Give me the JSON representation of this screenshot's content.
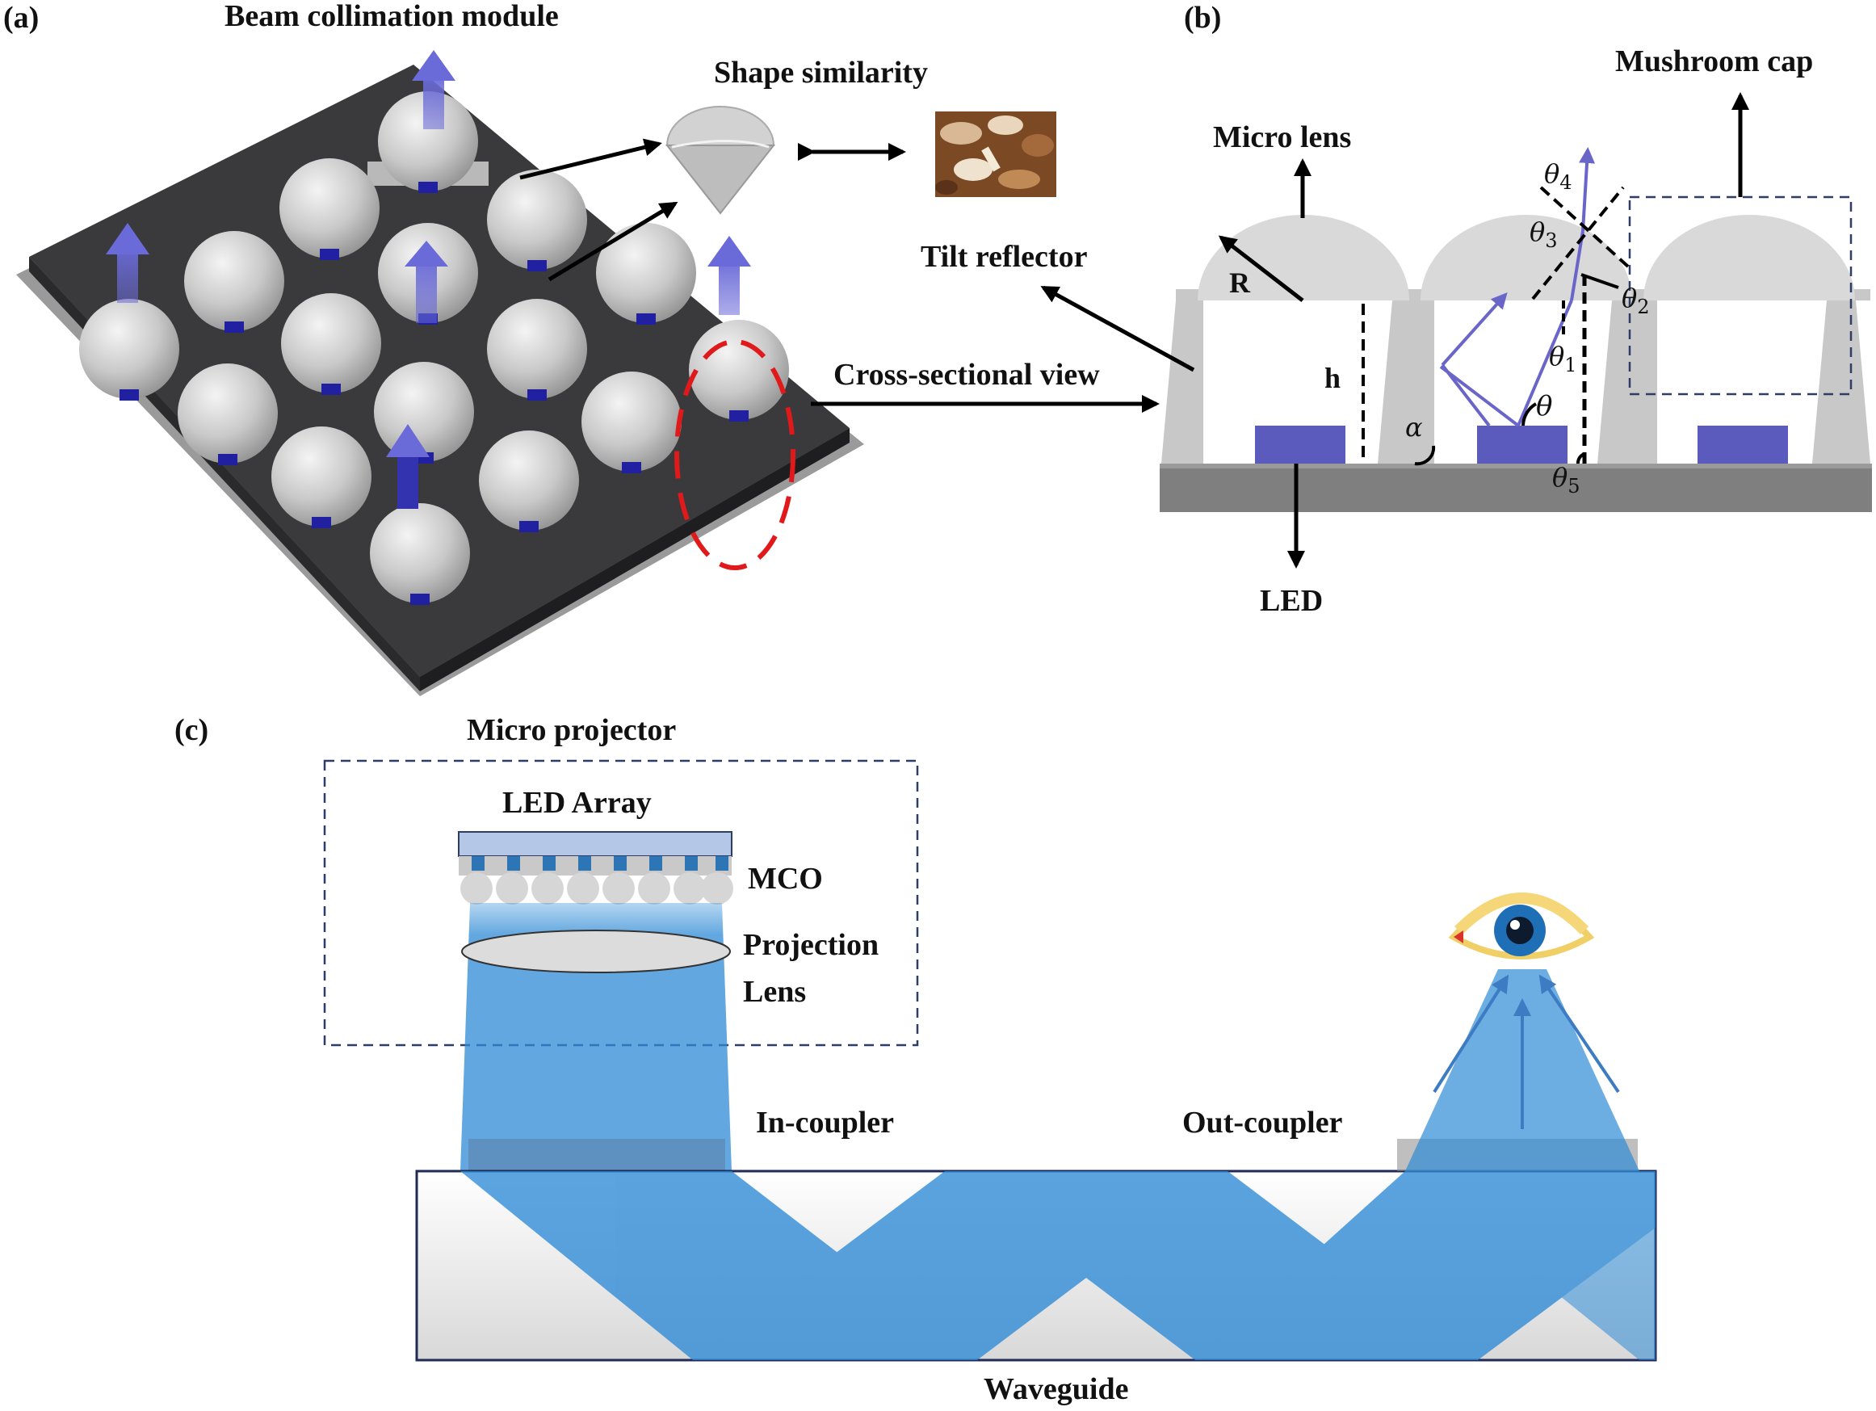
{
  "panels": {
    "a": "(a)",
    "b": "(b)",
    "c": "(c)"
  },
  "panel_a": {
    "title": "Beam collimation module",
    "shape_similarity": "Shape similarity",
    "cross_sectional_view": "Cross-sectional view"
  },
  "panel_b": {
    "micro_lens": "Micro lens",
    "mushroom_cap": "Mushroom cap",
    "tilt_reflector": "Tilt reflector",
    "radius": "R",
    "height": "h",
    "alpha": "α",
    "theta": "θ",
    "theta_sym": "θ",
    "theta1_sub": "1",
    "theta2_sub": "2",
    "theta3_sub": "3",
    "theta4_sub": "4",
    "theta5_sub": "5",
    "led": "LED"
  },
  "panel_c": {
    "micro_projector": "Micro projector",
    "led_array": "LED Array",
    "mco": "MCO",
    "projection": "Projection",
    "lens": "Lens",
    "in_coupler": "In-coupler",
    "out_coupler": "Out-coupler",
    "waveguide": "Waveguide"
  },
  "colors": {
    "substrate": "#3a3a3c",
    "lens_gray": "#d9d9d9",
    "led_purple": "#5b5bbd",
    "light_blue": "#2d8ad6",
    "dashed_red": "#e0191b",
    "dashed_navy": "#2f3d66"
  }
}
